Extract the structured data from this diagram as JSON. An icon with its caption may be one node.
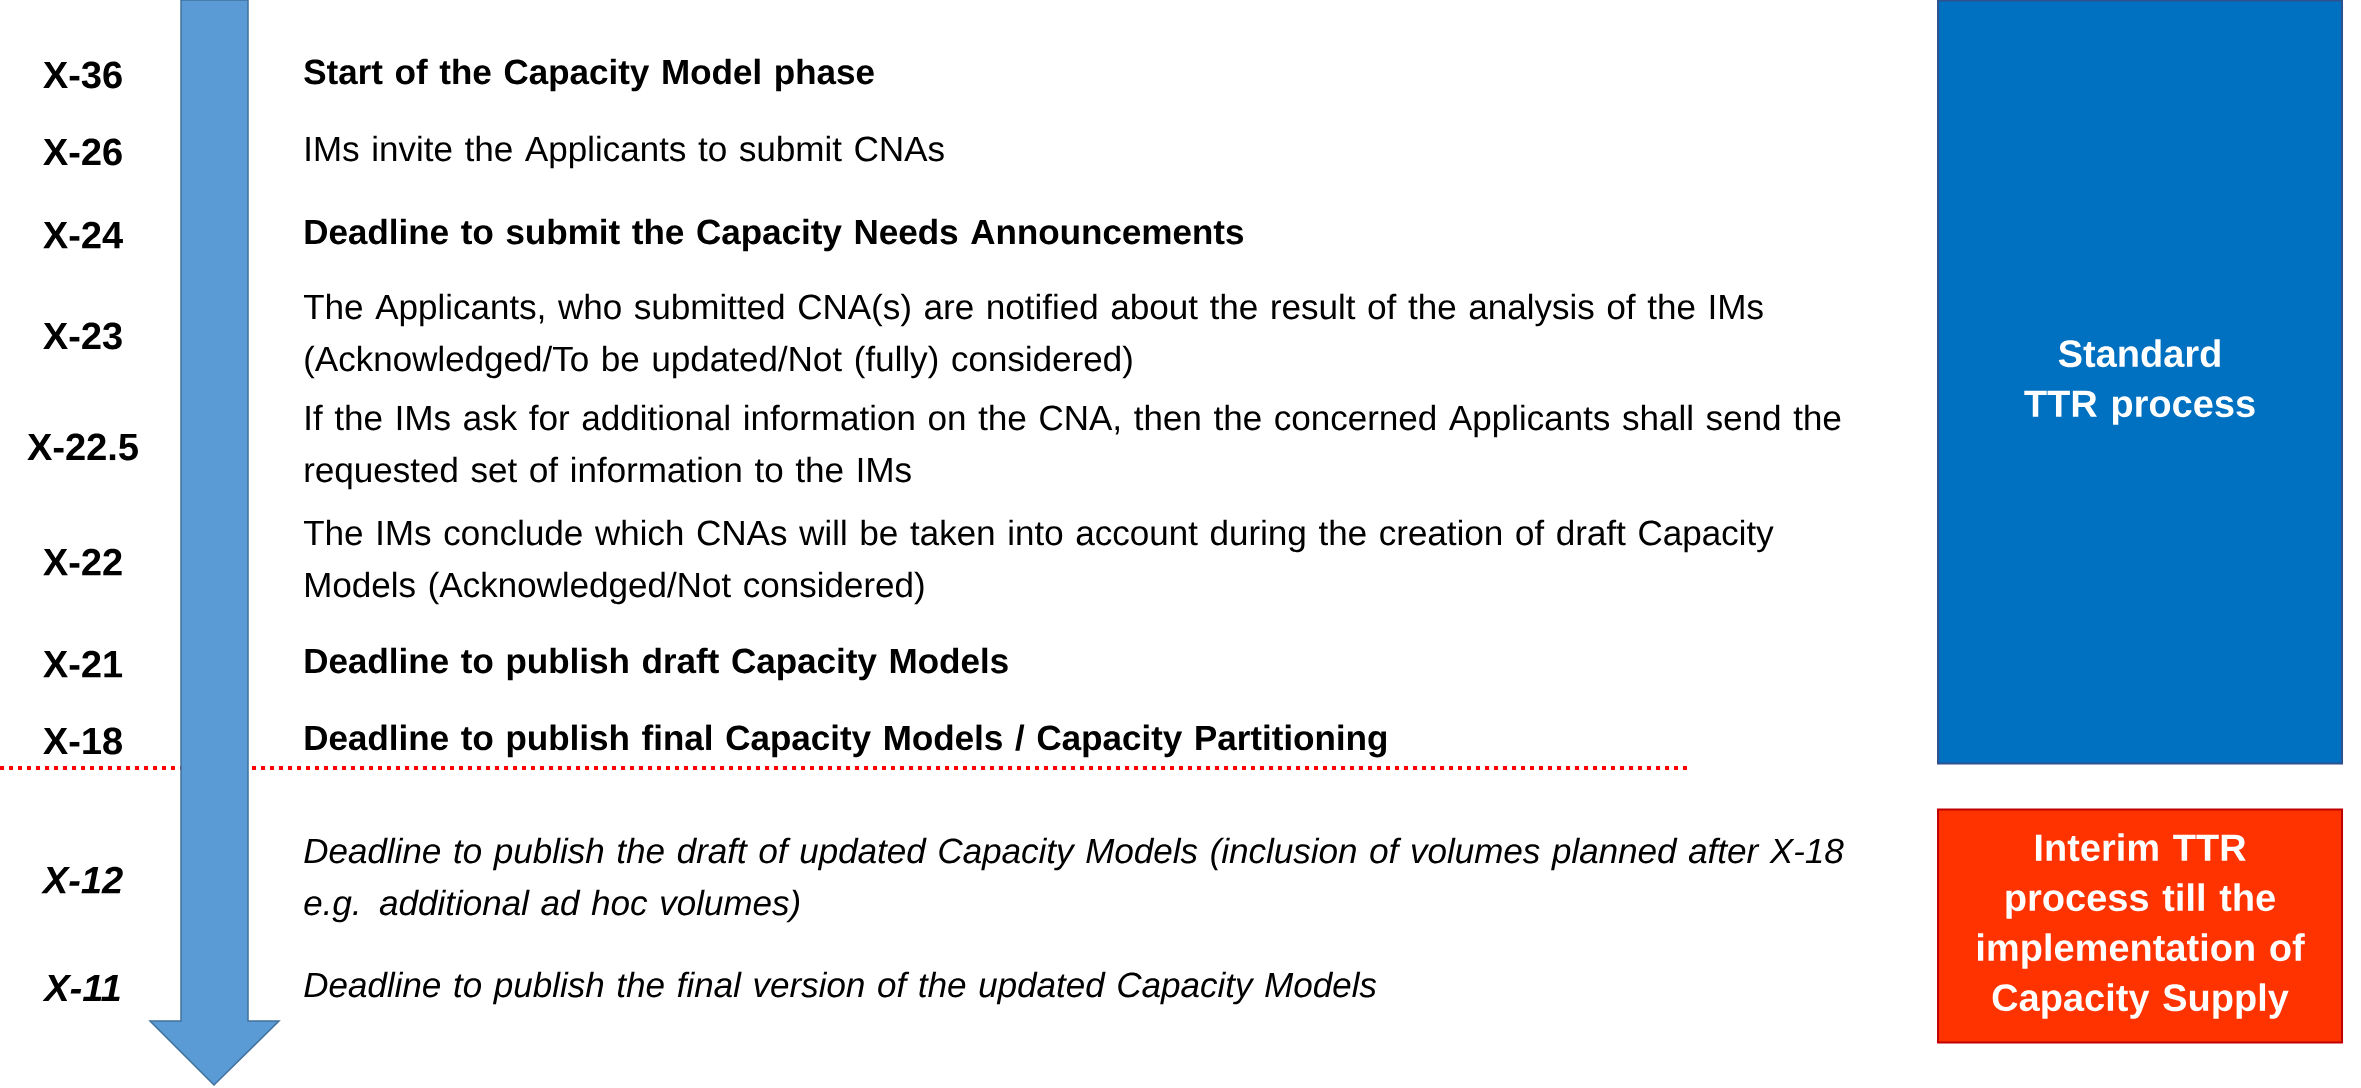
{
  "diagram": {
    "nodes": [
      {
        "text": [
          "Standard TTR process"
        ]
      },
      {
        "text": [
          "Interim TTR process till the implementation of Capacity Supply"
        ]
      }
    ],
    "edges": [],
    "labels": [
      "X-36",
      "Start of the Capacity Model phase",
      "X-26",
      "IMs invite the Applicants to submit CNAs",
      "X-24",
      "Deadline to submit the Capacity Needs Announcements",
      "X-23",
      "The Applicants, who submitted CNA(s) are notified about the result of the analysis of the IMs (Acknowledged/To be updated/Not (fully) considered)",
      "X-22.5",
      "If the IMs ask for additional information on the CNA, then the concerned Applicants shall send the requested set of information to the IMs",
      "X-22",
      "The IMs conclude which CNAs will be taken into account during the creation of draft Capacity Models (Acknowledged/Not considered)",
      "X-21",
      "Deadline to publish draft Capacity Models",
      "X-18",
      "Deadline to publish final Capacity Models / Capacity Partitioning",
      "X-12",
      "Deadline to publish the draft of updated Capacity Models (inclusion of volumes planned after X-18 e.g. additional ad hoc volumes)",
      "X-11",
      "Deadline to publish the final version of the updated Capacity Models"
    ]
  }
}
